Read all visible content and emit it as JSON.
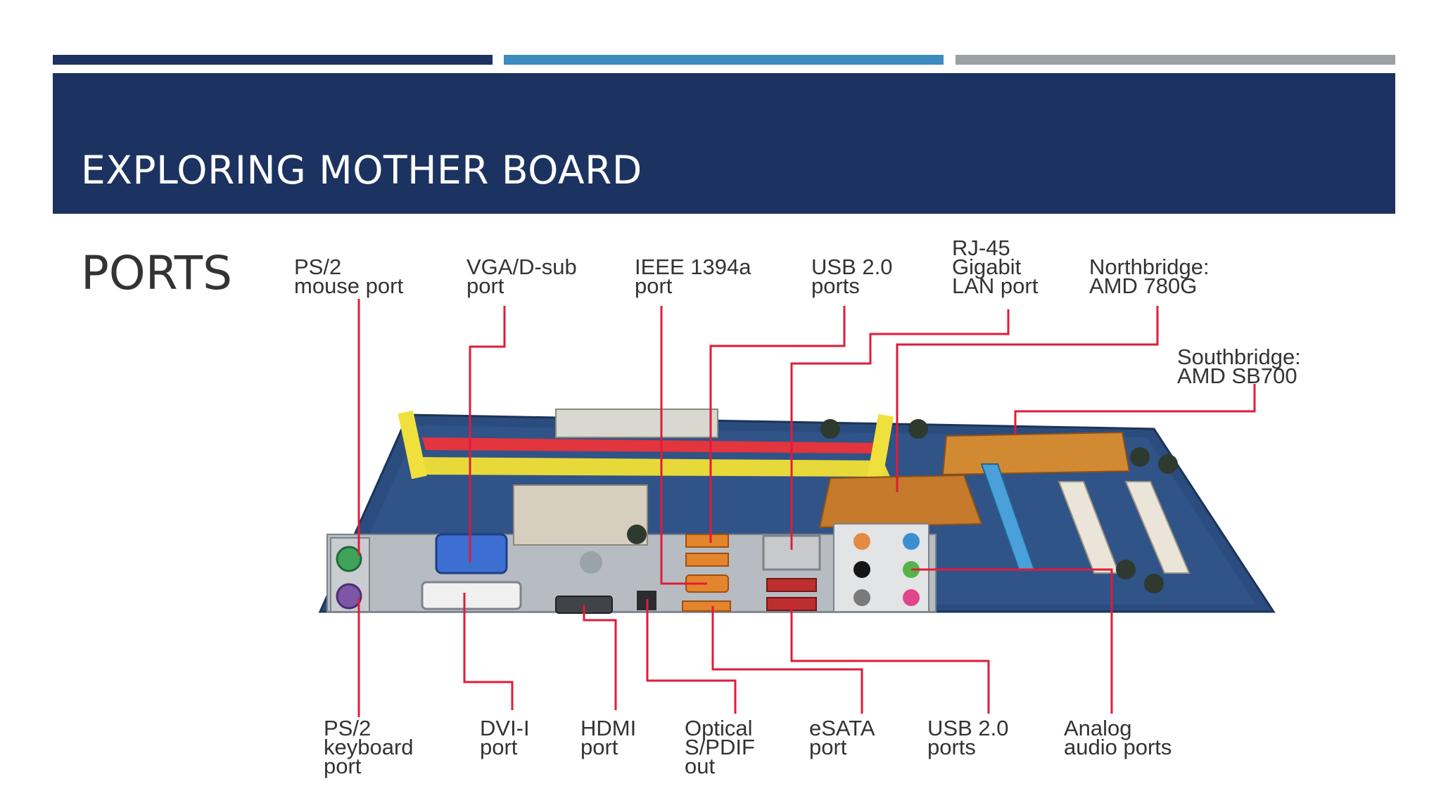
{
  "slide": {
    "title": "EXPLORING MOTHER BOARD",
    "subtitle": "PORTS"
  },
  "colors": {
    "bar_dark": "#1c3261",
    "bar_blue": "#3c8cc0",
    "bar_gray": "#9aa0a3",
    "title_band": "#1c3261",
    "leader_line": "#e01b3a"
  },
  "diagram": {
    "labels": {
      "ps2_mouse": "PS/2\nmouse port",
      "vga": "VGA/D-sub\nport",
      "ieee1394": "IEEE 1394a\nport",
      "usb_top": "USB 2.0\nports",
      "rj45": "RJ-45\nGigabit\nLAN port",
      "northbridge": "Northbridge:\nAMD 780G",
      "southbridge": "Southbridge:\nAMD SB700",
      "ps2_keyboard": "PS/2\nkeyboard\nport",
      "dvi": "DVI-I\nport",
      "hdmi": "HDMI\nport",
      "optical": "Optical\nS/PDIF\nout",
      "esata": "eSATA\nport",
      "usb_bottom": "USB 2.0\nports",
      "analog": "Analog\naudio ports"
    }
  }
}
